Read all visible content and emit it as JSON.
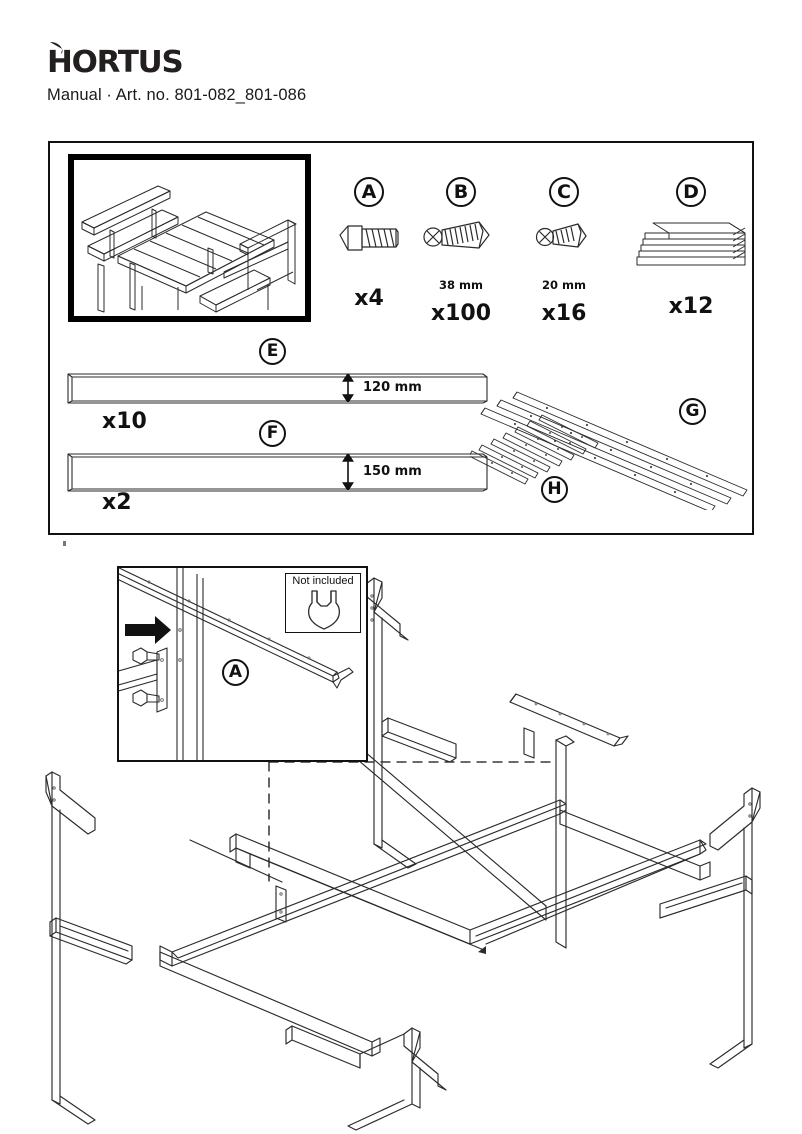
{
  "header": {
    "brand": "HORTUS",
    "leaf_icon": "leaf-icon",
    "manual_line": "Manual · Art. no. 801-082_801-086"
  },
  "parts_box": {
    "product_preview_icon": "picnic-table-bench-illustration",
    "hardware": [
      {
        "badge": "A",
        "icon": "hex-bolt-icon",
        "size": "",
        "qty": "x4"
      },
      {
        "badge": "B",
        "icon": "screw-icon",
        "size": "38 mm",
        "qty": "x100"
      },
      {
        "badge": "C",
        "icon": "screw-icon",
        "size": "20 mm",
        "qty": "x16"
      },
      {
        "badge": "D",
        "icon": "board-stack-icon",
        "size": "",
        "qty": "x12"
      }
    ],
    "boards": [
      {
        "badge": "E",
        "dimension": "120 mm",
        "qty": "x10",
        "icon": "board-icon"
      },
      {
        "badge": "F",
        "dimension": "150 mm",
        "qty": "x2",
        "icon": "board-icon"
      }
    ],
    "groups": [
      {
        "badge": "G",
        "icon": "long-rail-group-icon"
      },
      {
        "badge": "H",
        "icon": "short-slat-group-icon"
      }
    ]
  },
  "assembly": {
    "detail_inset": {
      "not_included_label": "Not included",
      "wrench_icon": "wrench-icon",
      "arrow_icon": "arrow-right-icon",
      "badge": "A",
      "bolt_icon": "hex-bolt-icon",
      "bracket_icon": "bracket-plate-icon"
    },
    "frame_icon": "table-frame-exploded-illustration",
    "leader_line_icon": "dashed-leader-line"
  }
}
